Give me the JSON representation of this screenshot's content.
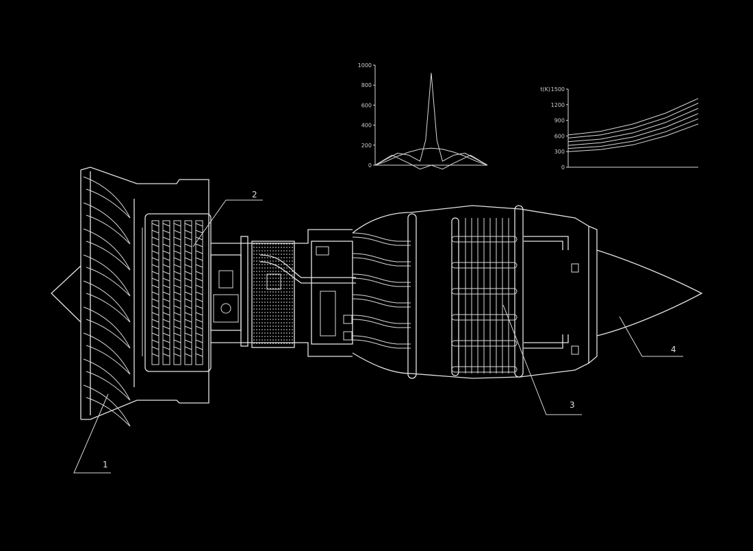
{
  "colors": {
    "background": "#000000",
    "line": "#e6e6e6"
  },
  "callouts": [
    {
      "id": "1",
      "label": "1"
    },
    {
      "id": "2",
      "label": "2"
    },
    {
      "id": "3",
      "label": "3"
    },
    {
      "id": "4",
      "label": "4"
    }
  ],
  "chart_data": [
    {
      "type": "line",
      "title": "",
      "xlabel": "",
      "ylabel": "",
      "ylim": [
        0,
        1000
      ],
      "yticks": [
        0,
        200,
        400,
        600,
        800,
        1000
      ],
      "grid": false,
      "series": [
        {
          "x": [
            0,
            0.1,
            0.2,
            0.3,
            0.4,
            0.45,
            0.5,
            0.55,
            0.6,
            0.7,
            0.8,
            0.9,
            1.0
          ],
          "values": [
            0,
            60,
            120,
            100,
            40,
            250,
            920,
            250,
            40,
            100,
            120,
            60,
            0
          ]
        },
        {
          "x": [
            0,
            0.1,
            0.2,
            0.3,
            0.4,
            0.5,
            0.6,
            0.7,
            0.8,
            0.9,
            1.0
          ],
          "values": [
            0,
            40,
            90,
            130,
            160,
            170,
            160,
            130,
            90,
            40,
            0
          ]
        },
        {
          "x": [
            0,
            0.15,
            0.3,
            0.4,
            0.5,
            0.6,
            0.7,
            0.85,
            1.0
          ],
          "values": [
            0,
            100,
            20,
            -40,
            0,
            -40,
            20,
            100,
            0
          ]
        }
      ]
    },
    {
      "type": "line",
      "title": "",
      "xlabel": "",
      "ylabel": "t(K)",
      "ylim": [
        0,
        1500
      ],
      "yticks": [
        0,
        300,
        600,
        900,
        1200,
        1500
      ],
      "grid": false,
      "series": [
        {
          "x": [
            0,
            0.25,
            0.5,
            0.75,
            1.0
          ],
          "values": [
            300,
            340,
            430,
            600,
            830
          ]
        },
        {
          "x": [
            0,
            0.25,
            0.5,
            0.75,
            1.0
          ],
          "values": [
            360,
            400,
            500,
            680,
            930
          ]
        },
        {
          "x": [
            0,
            0.25,
            0.5,
            0.75,
            1.0
          ],
          "values": [
            420,
            470,
            580,
            770,
            1030
          ]
        },
        {
          "x": [
            0,
            0.25,
            0.5,
            0.75,
            1.0
          ],
          "values": [
            490,
            540,
            660,
            860,
            1130
          ]
        },
        {
          "x": [
            0,
            0.25,
            0.5,
            0.75,
            1.0
          ],
          "values": [
            560,
            620,
            750,
            950,
            1230
          ]
        },
        {
          "x": [
            0,
            0.25,
            0.5,
            0.75,
            1.0
          ],
          "values": [
            620,
            690,
            830,
            1040,
            1320
          ]
        }
      ]
    }
  ]
}
